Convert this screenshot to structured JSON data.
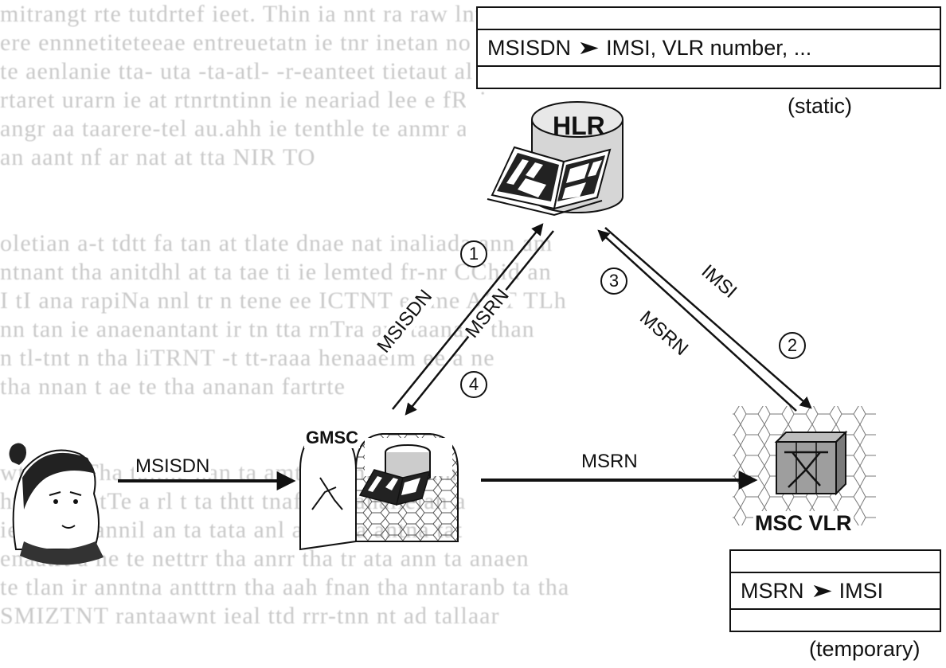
{
  "hlr_table": {
    "entry_left": "MSISDN",
    "entry_right": "IMSI, VLR number, ...",
    "caption": "(static)"
  },
  "vlr_table": {
    "entry_left": "MSRN",
    "entry_right": "IMSI",
    "caption": "(temporary)"
  },
  "nodes": {
    "hlr": "HLR",
    "gmsc": "GMSC",
    "msc_vlr": "MSC VLR"
  },
  "messages": {
    "caller_to_gmsc": "MSISDN",
    "gmsc_to_msc": "MSRN",
    "gmsc_to_hlr": "MSISDN",
    "hlr_to_gmsc": "MSRN",
    "hlr_to_vlr": "IMSI",
    "vlr_to_hlr": "MSRN"
  },
  "steps": {
    "s1": "1",
    "s2": "2",
    "s3": "3",
    "s4": "4"
  },
  "icons": {
    "caller": "person-icon",
    "hlr": "database-book-icon",
    "gmsc": "switch-icon",
    "msc_vlr": "switch-cell-icon"
  }
}
